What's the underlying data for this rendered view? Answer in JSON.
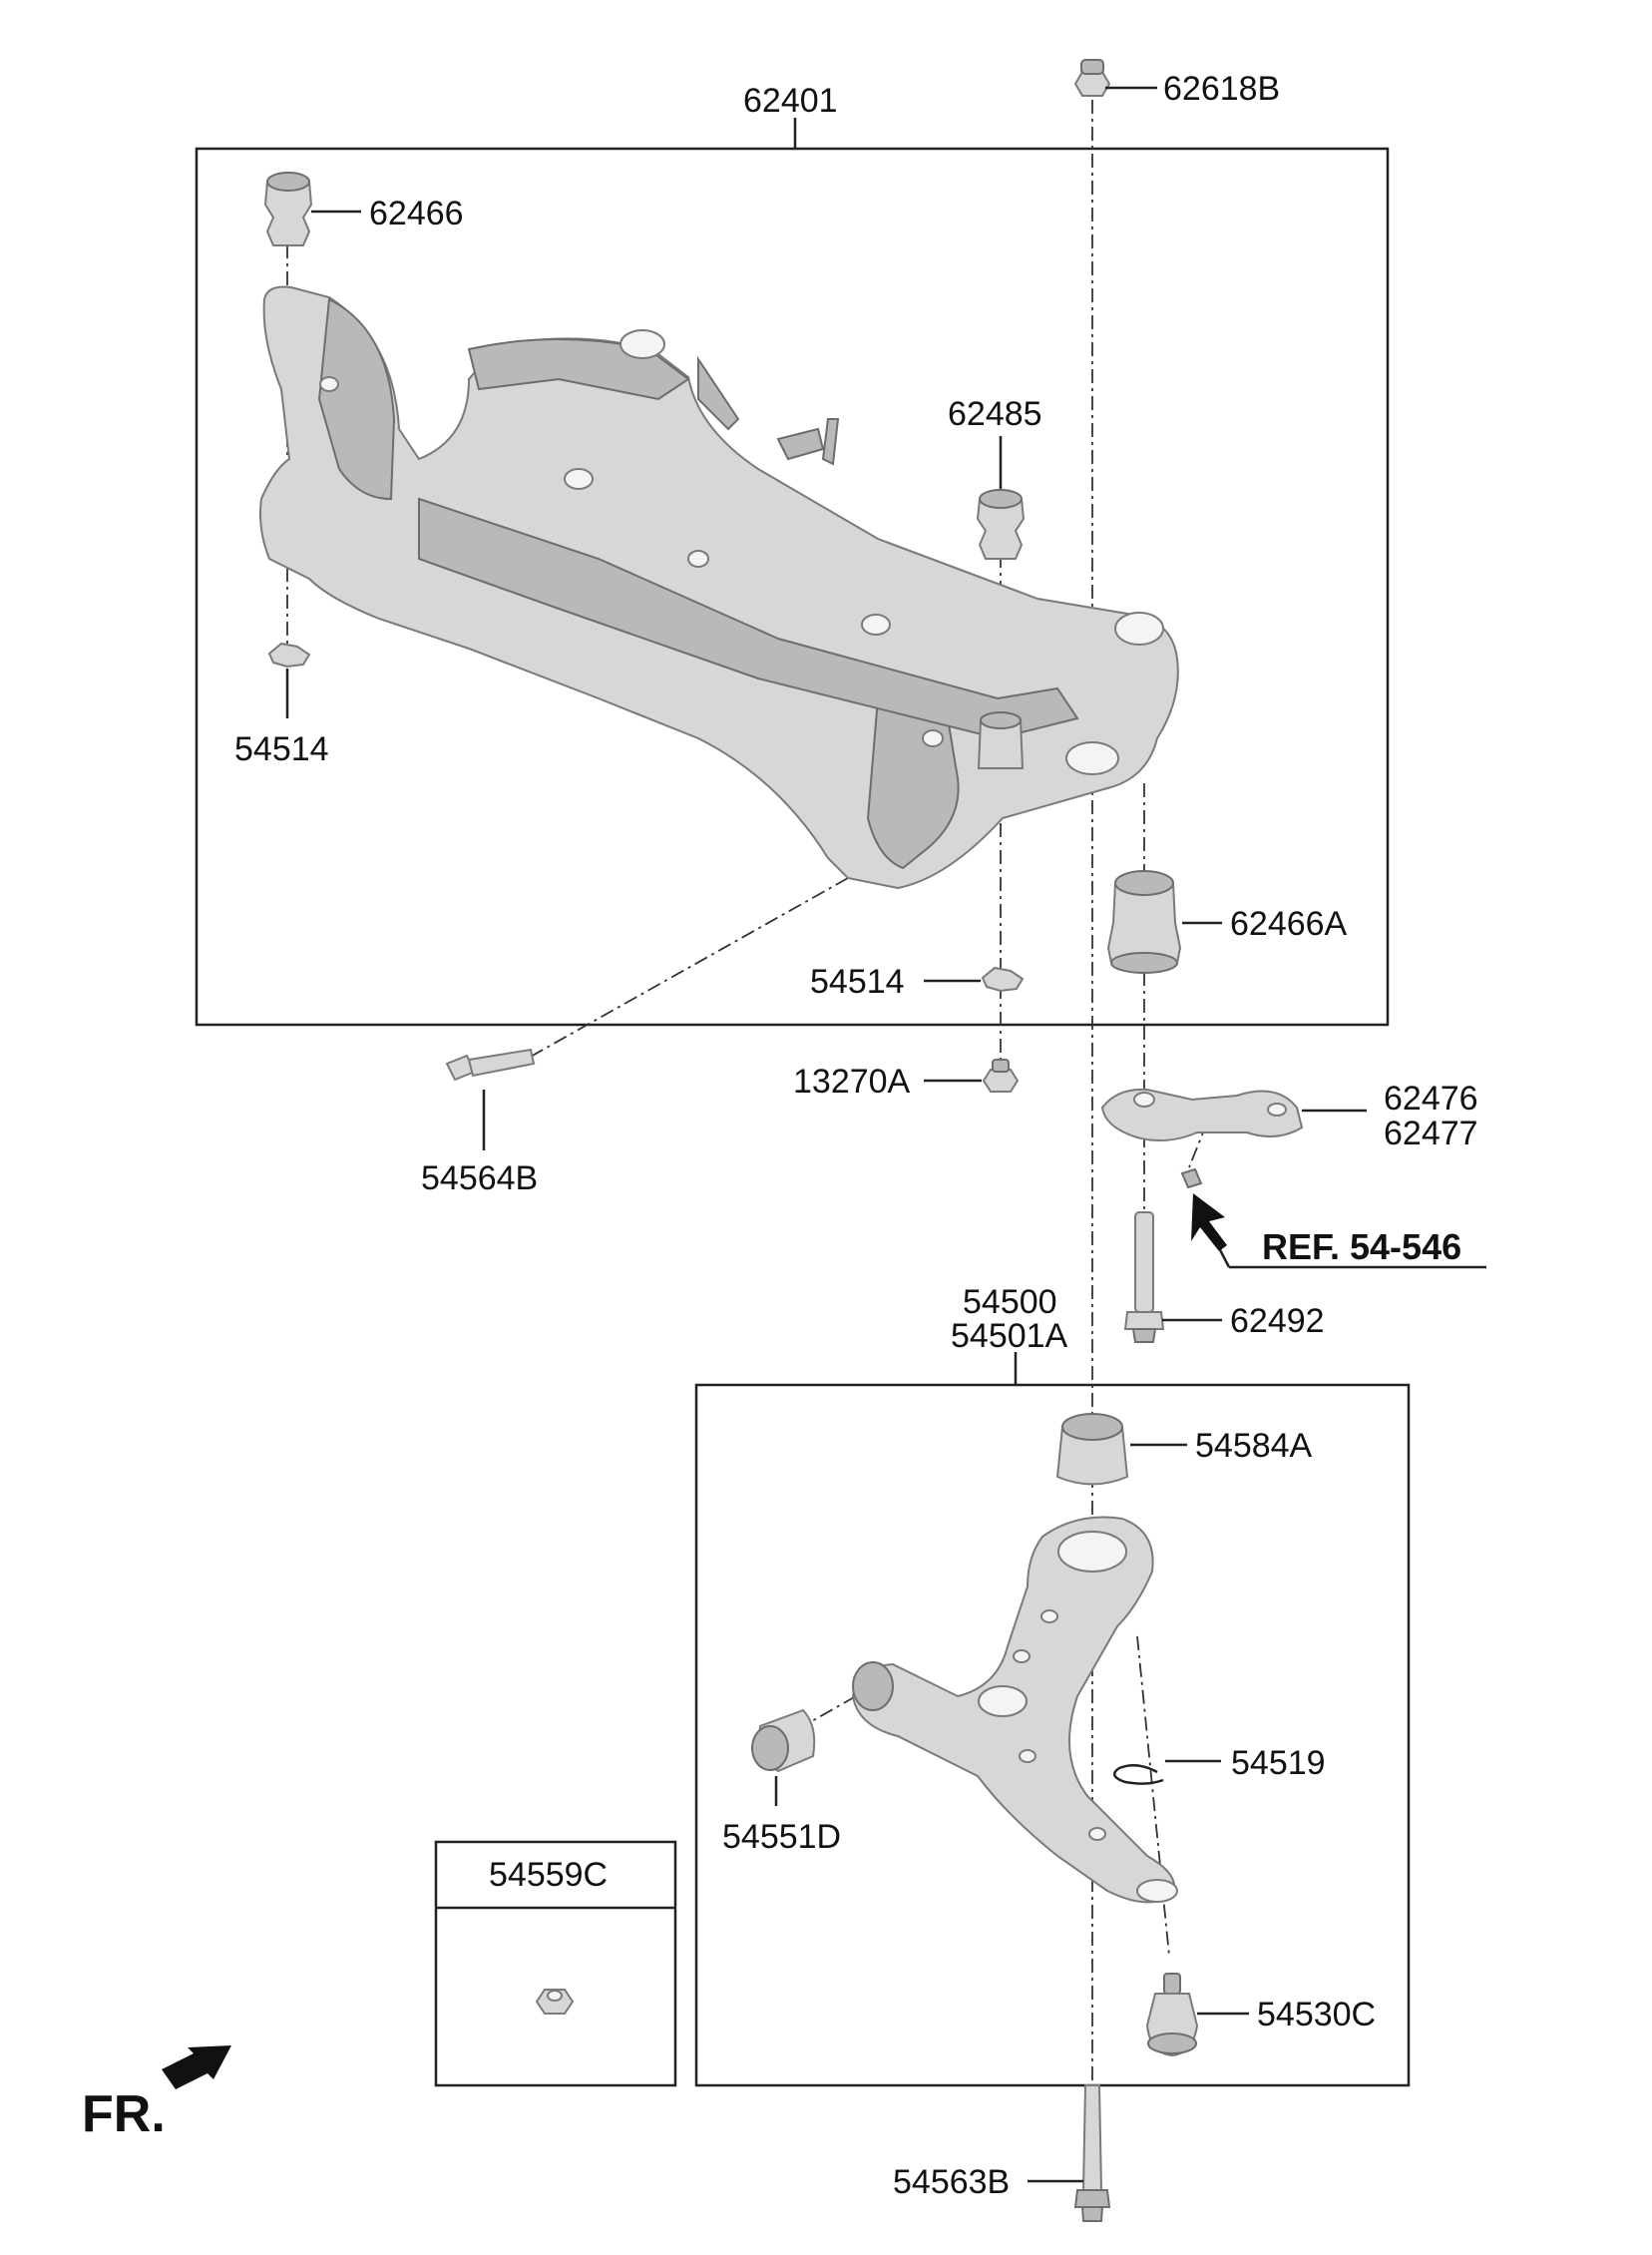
{
  "diagram": {
    "parts": [
      {
        "id": "62401"
      },
      {
        "id": "62618B"
      },
      {
        "id": "62466"
      },
      {
        "id": "62485"
      },
      {
        "id": "54514"
      },
      {
        "id": "62466A"
      },
      {
        "id": "13270A"
      },
      {
        "id": "54564B"
      },
      {
        "id": "62476"
      },
      {
        "id": "62477"
      },
      {
        "id": "62492"
      },
      {
        "id": "54500"
      },
      {
        "id": "54501A"
      },
      {
        "id": "54584A"
      },
      {
        "id": "54519"
      },
      {
        "id": "54551D"
      },
      {
        "id": "54530C"
      },
      {
        "id": "54559C"
      },
      {
        "id": "54563B"
      }
    ],
    "reference": "REF. 54-546",
    "direction_label": "FR.",
    "colors": {
      "line": "#222222",
      "part_fill": "#d7d7d9",
      "part_shadow": "#b9b9bc",
      "background": "#ffffff"
    },
    "icons": [
      "front-direction-arrow-icon",
      "reference-arrow-icon"
    ]
  }
}
